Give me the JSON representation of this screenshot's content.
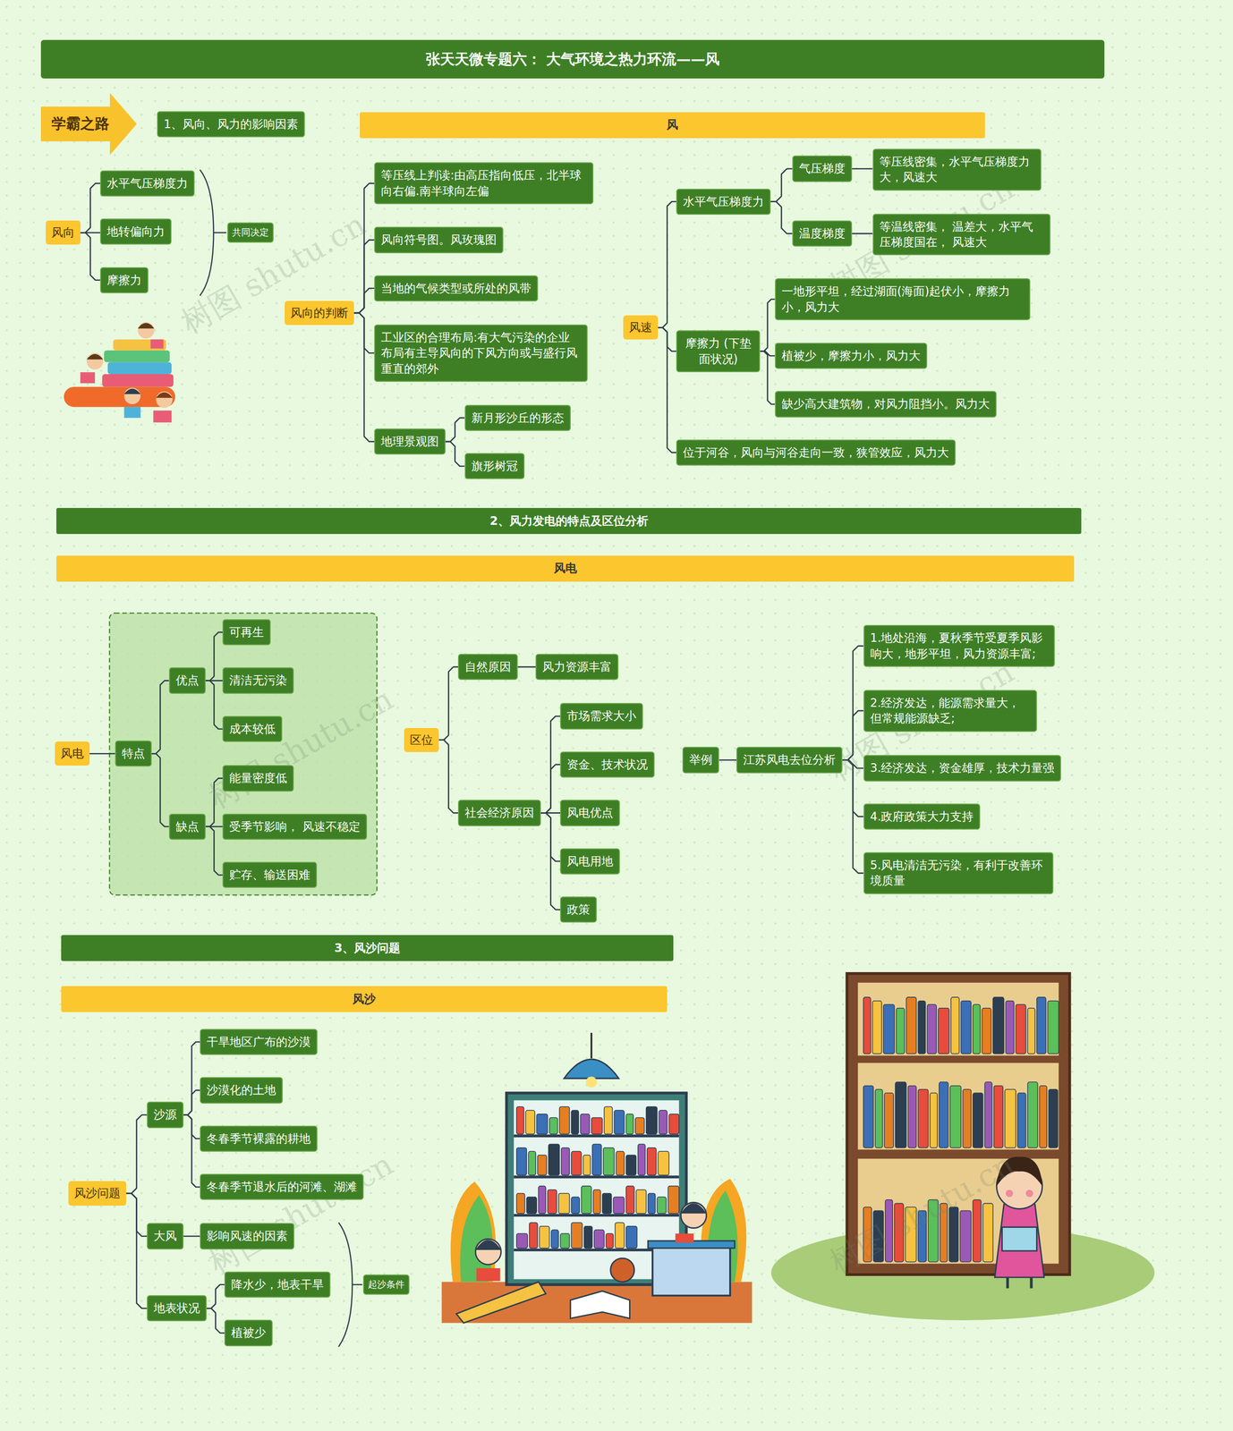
{
  "diagram": {
    "title": "张天天微专题六： 大气环境之热力环流——风",
    "nodes": [
      {
        "text": [
          "学霸之路"
        ]
      },
      {
        "text": [
          "1、风向、风力的影响因素"
        ]
      },
      {
        "text": [
          "风"
        ]
      },
      {
        "text": [
          "风向"
        ]
      },
      {
        "text": [
          "水平气压梯度力"
        ]
      },
      {
        "text": [
          "地转偏向力"
        ]
      },
      {
        "text": [
          "摩擦力"
        ]
      },
      {
        "text": [
          "共同决定"
        ]
      },
      {
        "text": [
          "风向的判断"
        ]
      },
      {
        "text": [
          "等压线上判读:由高压指向低压，北半球向右偏.南半球向左偏"
        ]
      },
      {
        "text": [
          "风向符号图。风玫瑰图"
        ]
      },
      {
        "text": [
          "当地的气候类型或所处的风带"
        ]
      },
      {
        "text": [
          "工业区的合理布局:有大气污染的企业布局有主导风向的下风方向或与盛行风重直的郊外"
        ]
      },
      {
        "text": [
          "地理景观图"
        ]
      },
      {
        "text": [
          "新月形沙丘的形态"
        ]
      },
      {
        "text": [
          "旗形树冠"
        ]
      },
      {
        "text": [
          "风速"
        ]
      },
      {
        "text": [
          "水平气压梯度力"
        ]
      },
      {
        "text": [
          "气压梯度"
        ]
      },
      {
        "text": [
          "等压线密集，水平气压梯度力大，风速大"
        ]
      },
      {
        "text": [
          "温度梯度"
        ]
      },
      {
        "text": [
          "等温线密集， 温差大，水平气压梯度国在， 风速大"
        ]
      },
      {
        "text": [
          "摩擦力 (下垫面状况)"
        ]
      },
      {
        "text": [
          "一地形平坦，经过湖面(海面)起伏小，摩擦力小，风力大"
        ]
      },
      {
        "text": [
          "植被少，摩擦力小，风力大"
        ]
      },
      {
        "text": [
          "缺少高大建筑物，对风力阻挡小。风力大"
        ]
      },
      {
        "text": [
          "位于河谷，风向与河谷走向一致，狭管效应，风力大"
        ]
      },
      {
        "text": [
          "2、风力发电的特点及区位分析"
        ]
      },
      {
        "text": [
          "风电"
        ]
      },
      {
        "text": [
          "风电"
        ]
      },
      {
        "text": [
          "特点"
        ]
      },
      {
        "text": [
          "优点"
        ]
      },
      {
        "text": [
          "可再生"
        ]
      },
      {
        "text": [
          "清洁无污染"
        ]
      },
      {
        "text": [
          "成本较低"
        ]
      },
      {
        "text": [
          "缺点"
        ]
      },
      {
        "text": [
          "能量密度低"
        ]
      },
      {
        "text": [
          "受季节影响， 风速不稳定"
        ]
      },
      {
        "text": [
          "贮存、输送困难"
        ]
      },
      {
        "text": [
          "区位"
        ]
      },
      {
        "text": [
          "自然原因"
        ]
      },
      {
        "text": [
          "风力资源丰富"
        ]
      },
      {
        "text": [
          "社会经济原因"
        ]
      },
      {
        "text": [
          "市场需求大小"
        ]
      },
      {
        "text": [
          "资金、技术状况"
        ]
      },
      {
        "text": [
          "风电优点"
        ]
      },
      {
        "text": [
          "风电用地"
        ]
      },
      {
        "text": [
          "政策"
        ]
      },
      {
        "text": [
          "举例"
        ]
      },
      {
        "text": [
          "江苏风电去位分析"
        ]
      },
      {
        "text": [
          "1.地处沿海，夏秋季节受夏季风影响大，地形平坦，风力资源丰富;"
        ]
      },
      {
        "text": [
          "2.经济发达，能源需求量大， 但常规能源缺乏;"
        ]
      },
      {
        "text": [
          "3.经济发达，资金雄厚，技术力量强"
        ]
      },
      {
        "text": [
          "4.政府政策大力支持"
        ]
      },
      {
        "text": [
          "5.风电清洁无污染，有利于改善环境质量"
        ]
      },
      {
        "text": [
          "3、风沙问题"
        ]
      },
      {
        "text": [
          "风沙"
        ]
      },
      {
        "text": [
          "风沙问题"
        ]
      },
      {
        "text": [
          "沙源"
        ]
      },
      {
        "text": [
          "干旱地区广布的沙漠"
        ]
      },
      {
        "text": [
          "沙漠化的土地"
        ]
      },
      {
        "text": [
          "冬春季节裸露的耕地"
        ]
      },
      {
        "text": [
          "冬春季节退水后的河滩、湖滩"
        ]
      },
      {
        "text": [
          "大风"
        ]
      },
      {
        "text": [
          "影响风速的因素"
        ]
      },
      {
        "text": [
          "地表状况"
        ]
      },
      {
        "text": [
          "降水少，地表干旱"
        ]
      },
      {
        "text": [
          "植被少"
        ]
      },
      {
        "text": [
          "起沙条件"
        ]
      }
    ],
    "edges": [
      {
        "from": 3,
        "to": 4,
        "arrow": "none"
      },
      {
        "from": 3,
        "to": 5,
        "arrow": "none"
      },
      {
        "from": 3,
        "to": 6,
        "arrow": "none"
      },
      {
        "from": 8,
        "to": 9,
        "arrow": "none"
      },
      {
        "from": 8,
        "to": 10,
        "arrow": "none"
      },
      {
        "from": 8,
        "to": 11,
        "arrow": "none"
      },
      {
        "from": 8,
        "to": 12,
        "arrow": "none"
      },
      {
        "from": 8,
        "to": 13,
        "arrow": "none"
      },
      {
        "from": 13,
        "to": 14,
        "arrow": "none"
      },
      {
        "from": 13,
        "to": 15,
        "arrow": "none"
      },
      {
        "from": 16,
        "to": 17,
        "arrow": "none"
      },
      {
        "from": 17,
        "to": 18,
        "arrow": "none"
      },
      {
        "from": 18,
        "to": 19,
        "arrow": "none"
      },
      {
        "from": 17,
        "to": 20,
        "arrow": "none"
      },
      {
        "from": 20,
        "to": 21,
        "arrow": "none"
      },
      {
        "from": 16,
        "to": 22,
        "arrow": "none"
      },
      {
        "from": 22,
        "to": 23,
        "arrow": "none"
      },
      {
        "from": 22,
        "to": 24,
        "arrow": "none"
      },
      {
        "from": 22,
        "to": 25,
        "arrow": "none"
      },
      {
        "from": 16,
        "to": 26,
        "arrow": "none"
      },
      {
        "from": 29,
        "to": 30,
        "arrow": "none"
      },
      {
        "from": 30,
        "to": 31,
        "arrow": "none"
      },
      {
        "from": 31,
        "to": 32,
        "arrow": "none"
      },
      {
        "from": 31,
        "to": 33,
        "arrow": "none"
      },
      {
        "from": 31,
        "to": 34,
        "arrow": "none"
      },
      {
        "from": 30,
        "to": 35,
        "arrow": "none"
      },
      {
        "from": 35,
        "to": 36,
        "arrow": "none"
      },
      {
        "from": 35,
        "to": 37,
        "arrow": "none"
      },
      {
        "from": 35,
        "to": 38,
        "arrow": "none"
      },
      {
        "from": 39,
        "to": 40,
        "arrow": "none"
      },
      {
        "from": 40,
        "to": 41,
        "arrow": "none"
      },
      {
        "from": 39,
        "to": 42,
        "arrow": "none"
      },
      {
        "from": 42,
        "to": 43,
        "arrow": "none"
      },
      {
        "from": 42,
        "to": 44,
        "arrow": "none"
      },
      {
        "from": 42,
        "to": 45,
        "arrow": "none"
      },
      {
        "from": 42,
        "to": 46,
        "arrow": "none"
      },
      {
        "from": 42,
        "to": 47,
        "arrow": "none"
      },
      {
        "from": 48,
        "to": 49,
        "arrow": "none"
      },
      {
        "from": 49,
        "to": 50,
        "arrow": "none"
      },
      {
        "from": 49,
        "to": 51,
        "arrow": "none"
      },
      {
        "from": 49,
        "to": 52,
        "arrow": "none"
      },
      {
        "from": 49,
        "to": 53,
        "arrow": "none"
      },
      {
        "from": 49,
        "to": 54,
        "arrow": "none"
      },
      {
        "from": 57,
        "to": 58,
        "arrow": "none"
      },
      {
        "from": 58,
        "to": 59,
        "arrow": "none"
      },
      {
        "from": 58,
        "to": 60,
        "arrow": "none"
      },
      {
        "from": 58,
        "to": 61,
        "arrow": "none"
      },
      {
        "from": 58,
        "to": 62,
        "arrow": "none"
      },
      {
        "from": 57,
        "to": 63,
        "arrow": "none"
      },
      {
        "from": 63,
        "to": 64,
        "arrow": "none"
      },
      {
        "from": 57,
        "to": 65,
        "arrow": "none"
      },
      {
        "from": 65,
        "to": 66,
        "arrow": "none"
      },
      {
        "from": 65,
        "to": 67,
        "arrow": "none"
      }
    ],
    "labels": [
      "树图 shutu.cn",
      "树图 shutu.cn",
      "树图 shutu.cn",
      "树图 shutu.cn",
      "树图 shutu.cn",
      "树图 shutu.cn"
    ]
  }
}
